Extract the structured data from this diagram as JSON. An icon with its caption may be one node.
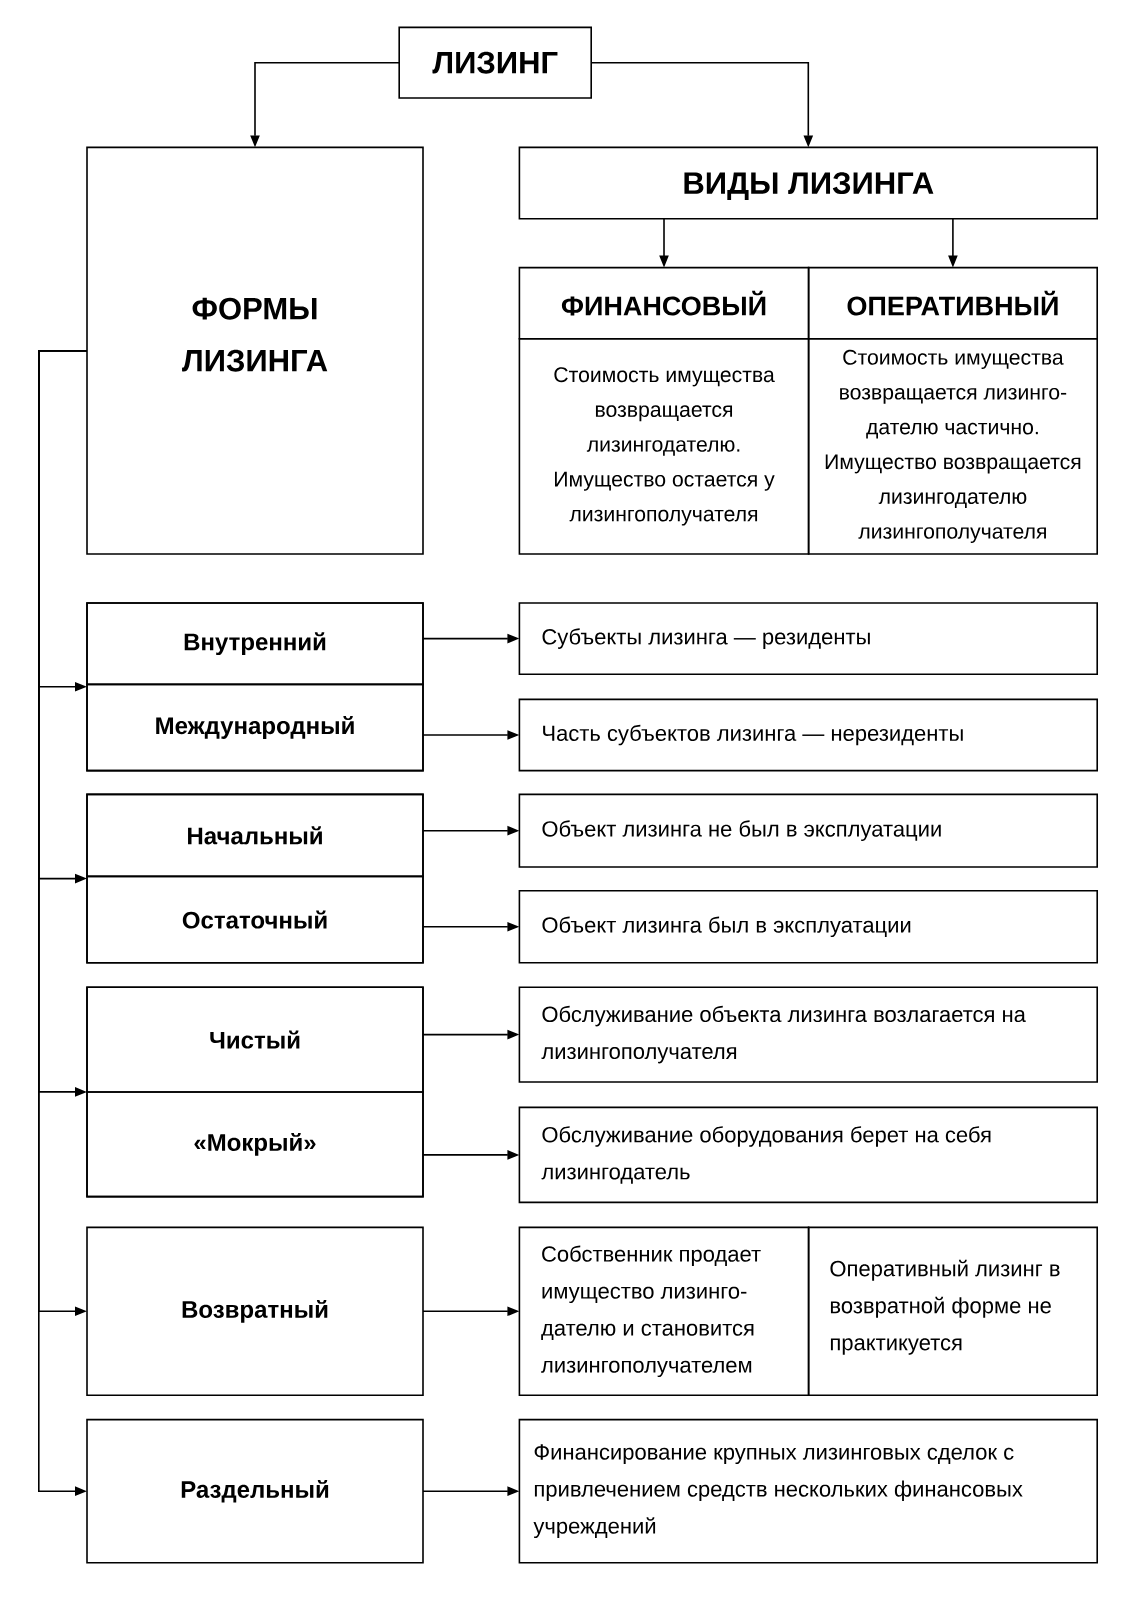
{
  "diagram": {
    "nodes": [
      {
        "text": [
          "ЛИЗИНГ"
        ]
      },
      {
        "text": [
          "ФОРМЫ ЛИЗИНГА"
        ]
      },
      {
        "text": [
          "ВИДЫ ЛИЗИНГА"
        ]
      },
      {
        "text": [
          "ФИНАНСОВЫЙ",
          "Стоимость имущества возвращается лизингодателю. Имущество остается у лизингополучателя"
        ]
      },
      {
        "text": [
          "ОПЕРАТИВНЫЙ",
          "Стоимость имущества возвращается лизинго- дателю частично. Имущество возвращается лизингодателю лизингополучателя"
        ]
      },
      {
        "text": [],
        "shape": "box"
      },
      {
        "text": [
          "Внутренний"
        ],
        "in": 5
      },
      {
        "text": [
          "Международный"
        ],
        "in": 5
      },
      {
        "text": [
          "Субъекты лизинга — резиденты"
        ]
      },
      {
        "text": [
          "Часть субъектов лизинга — нерезиденты"
        ]
      },
      {
        "text": [],
        "shape": "box"
      },
      {
        "text": [
          "Начальный"
        ],
        "in": 10
      },
      {
        "text": [
          "Остаточный"
        ],
        "in": 10
      },
      {
        "text": [
          "Объект лизинга не был в эксплуатации"
        ]
      },
      {
        "text": [
          "Объект лизинга был в эксплуатации"
        ]
      },
      {
        "text": [],
        "shape": "box"
      },
      {
        "text": [
          "Чистый"
        ],
        "in": 15
      },
      {
        "text": [
          "«Мокрый»"
        ],
        "in": 15
      },
      {
        "text": [
          "Обслуживание объекта лизинга возлагается на лизингополучателя"
        ]
      },
      {
        "text": [
          "Обслуживание оборудования берет на себя лизингодатель"
        ]
      },
      {
        "text": [
          "Возвратный"
        ]
      },
      {
        "text": [
          "Собственник продает имущество лизинго- дателю и становится лизингополучателем"
        ]
      },
      {
        "text": [
          "Оперативный лизинг в возвратной форме не практикуется"
        ]
      },
      {
        "text": [
          "Раздельный"
        ]
      },
      {
        "text": [
          "Финансирование крупных лизинговых сделок с привлечением средств нескольких финансовых учреждений"
        ]
      }
    ],
    "edges": [
      {
        "from": 0,
        "to": 1,
        "arrow": "to"
      },
      {
        "from": 0,
        "to": 2,
        "arrow": "to"
      },
      {
        "from": 2,
        "to": 3,
        "arrow": "to"
      },
      {
        "from": 2,
        "to": 4,
        "arrow": "to"
      },
      {
        "from": 1,
        "to": 5,
        "arrow": "to"
      },
      {
        "from": 1,
        "to": 10,
        "arrow": "to"
      },
      {
        "from": 1,
        "to": 15,
        "arrow": "to"
      },
      {
        "from": 1,
        "to": 20,
        "arrow": "to"
      },
      {
        "from": 1,
        "to": 23,
        "arrow": "to"
      },
      {
        "from": 6,
        "to": 8,
        "arrow": "to"
      },
      {
        "from": 7,
        "to": 9,
        "arrow": "to"
      },
      {
        "from": 11,
        "to": 13,
        "arrow": "to"
      },
      {
        "from": 12,
        "to": 14,
        "arrow": "to"
      },
      {
        "from": 16,
        "to": 18,
        "arrow": "to"
      },
      {
        "from": 17,
        "to": 19,
        "arrow": "to"
      },
      {
        "from": 20,
        "to": 21,
        "arrow": "to"
      },
      {
        "from": 23,
        "to": 24,
        "arrow": "to"
      }
    ]
  }
}
